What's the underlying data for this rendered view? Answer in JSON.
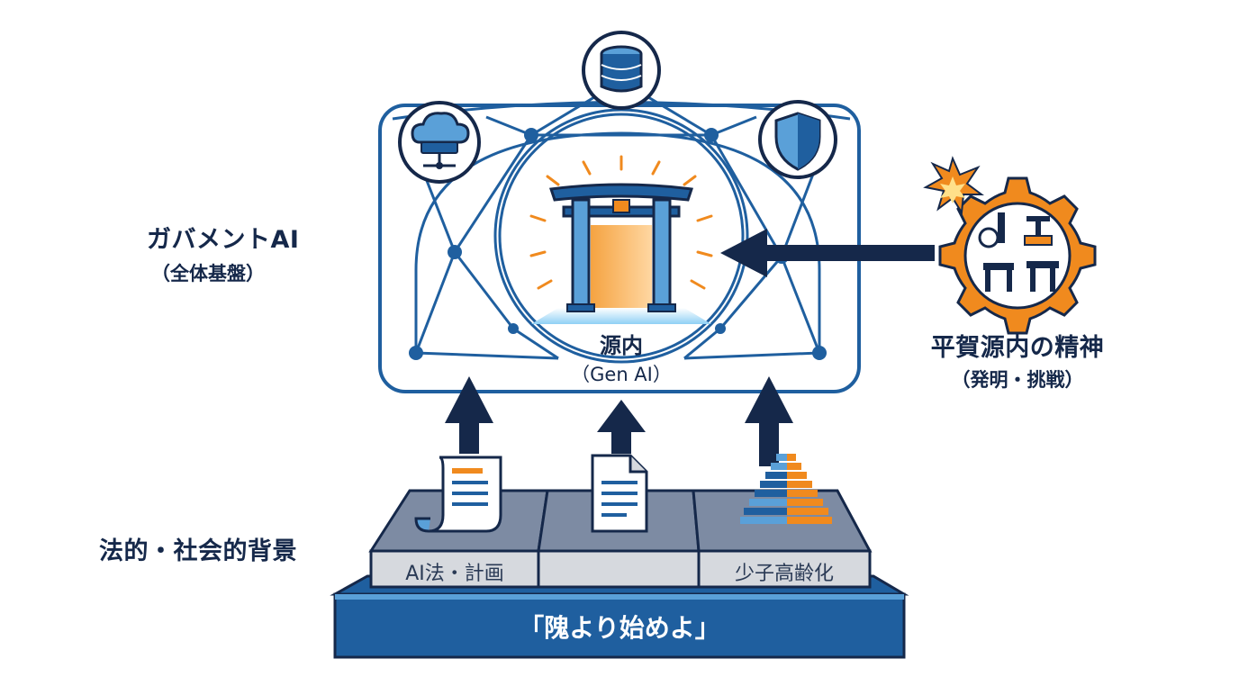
{
  "left_labels": {
    "gov_ai_title": "ガバメントAI",
    "gov_ai_sub": "（全体基盤）",
    "background_title": "法的・社会的背景"
  },
  "center": {
    "title": "源内",
    "sub": "（Gen AI）"
  },
  "right": {
    "title": "平賀源内の精神",
    "sub": "（発明・挑戦）"
  },
  "boxes": [
    "AI法・計画",
    "",
    "少子高齢化"
  ],
  "foundation": "「隗より始めよ」",
  "icons": {
    "network_top": "database-icon",
    "network_left": "cloud-server-icon",
    "network_right": "shield-icon",
    "center": "torii-gate-icon",
    "inventions": "gear-inventions-icon",
    "box1": "scroll-document-icon",
    "box2": "document-icon",
    "box3": "population-pyramid-icon"
  },
  "colors": {
    "navy": "#15284a",
    "blue": "#1f5f9f",
    "light_blue": "#5aa0d8",
    "orange": "#f08a1e",
    "gray_box": "#d6d9de"
  }
}
